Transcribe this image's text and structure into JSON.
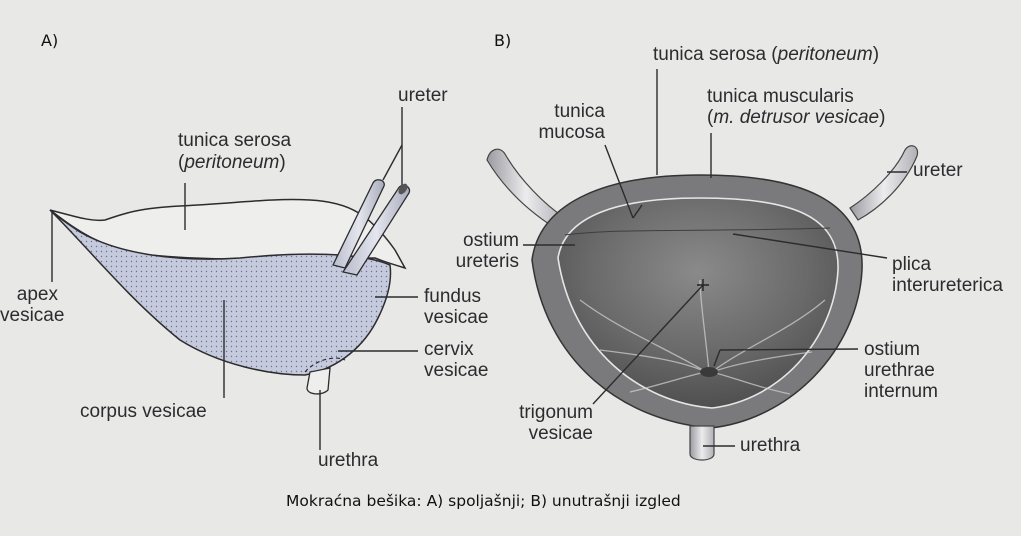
{
  "panels": {
    "a": {
      "tag": "A)"
    },
    "b": {
      "tag": "B)"
    }
  },
  "labels_a": {
    "ureter": "ureter",
    "tunica_serosa_1": "tunica serosa",
    "tunica_serosa_2_open": "(",
    "tunica_serosa_2_italic": "peritoneum",
    "tunica_serosa_2_close": ")",
    "apex_1": "apex",
    "apex_2": "vesicae",
    "fundus_1": "fundus",
    "fundus_2": "vesicae",
    "cervix_1": "cervix",
    "cervix_2": "vesicae",
    "corpus": "corpus vesicae",
    "urethra": "urethra"
  },
  "labels_b": {
    "serosa_plain": "tunica serosa (",
    "serosa_italic": "peritoneum",
    "serosa_close": ")",
    "muscularis_1": "tunica muscularis",
    "muscularis_2_open": "(",
    "muscularis_2_italic": "m. detrusor vesicae",
    "muscularis_2_close": ")",
    "mucosa_1": "tunica",
    "mucosa_2": "mucosa",
    "ostium_ureteris_1": "ostium",
    "ostium_ureteris_2": "ureteris",
    "ureter": "ureter",
    "plica_1": "plica",
    "plica_2": "interureterica",
    "ostium_urethrae_1": "ostium",
    "ostium_urethrae_2": "urethrae",
    "ostium_urethrae_3": "internum",
    "trigonum_1": "trigonum",
    "trigonum_2": "vesicae",
    "urethra": "urethra"
  },
  "caption": "Mokraćna bešika: A) spoljašnji;  B) unutrašnji izgled",
  "colors": {
    "background": "#e8e8e6",
    "bladder_a_fill": "#c4c8dc",
    "wall_b": "#7c7c7c",
    "lumen_b": "#5e5e5e",
    "line": "#2c2c30"
  }
}
